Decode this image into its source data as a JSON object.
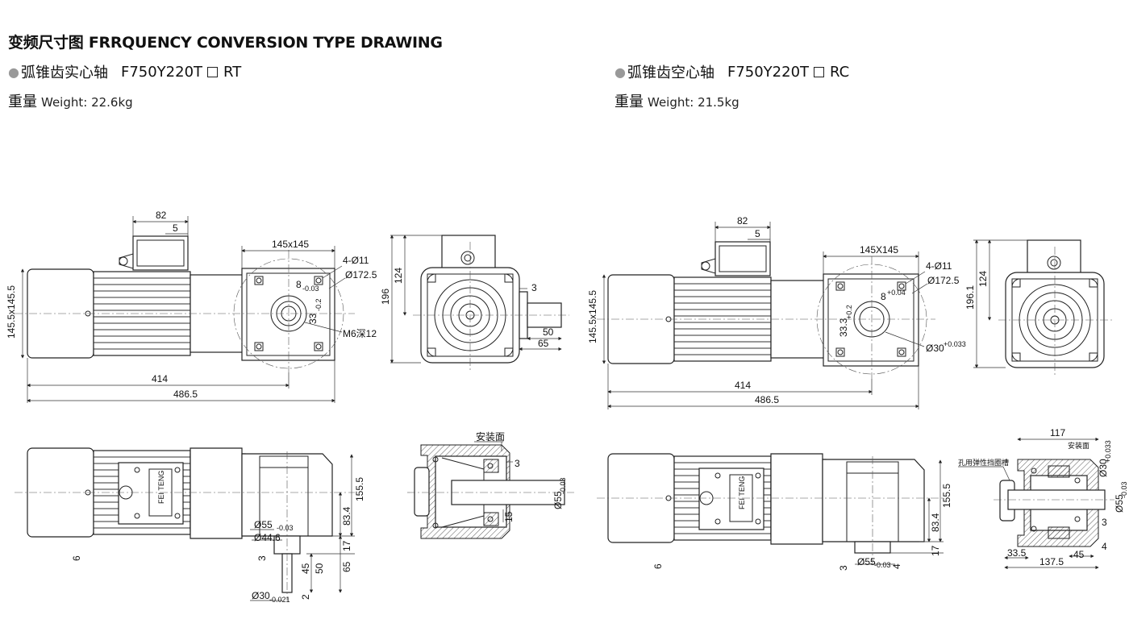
{
  "header": {
    "title": "变频尺寸图 FRRQUENCY CONVERSION TYPE DRAWING"
  },
  "left": {
    "type_cn": "弧锥齿实心轴",
    "model_code": "F750Y220T",
    "suffix": "RT",
    "weight_cn": "重量",
    "weight_en": "Weight: 22.6kg",
    "dims": {
      "d82": "82",
      "d5": "5",
      "d145x145": "145x145",
      "d4_11": "4-Ø11",
      "d172": "Ø172.5",
      "d8": "8",
      "d8tol": "-0.03",
      "d33": "33",
      "d33tol": "-0.2",
      "dM6": "M6深12",
      "d145h": "145.5x145.5",
      "d414": "414",
      "d486": "486.5",
      "d124": "124",
      "d196": "196",
      "d3": "3",
      "d50": "50",
      "d65": "65",
      "mount": "安装面",
      "dphi55r": "Ø55",
      "dphi55rtol": "-0.03",
      "d15": "15",
      "d155": "155.5",
      "d83": "83.4",
      "d17": "17",
      "d65b": "65",
      "d6": "6",
      "dphi55": "Ø55",
      "dphi55tol": "-0.03",
      "dphi44": "Ø44.6",
      "d3b": "3",
      "d45": "45",
      "d50b": "50",
      "d2": "2",
      "dphi30": "Ø30",
      "dphi30tol": "-0.021"
    }
  },
  "right": {
    "type_cn": "弧锥齿空心轴",
    "model_code": "F750Y220T",
    "suffix": "RC",
    "weight_cn": "重量",
    "weight_en": "Weight: 21.5kg",
    "dims": {
      "d82": "82",
      "d5": "5",
      "d145x145": "145X145",
      "d4_11": "4-Ø11",
      "d172": "Ø172.5",
      "d8": "8",
      "d8tol": "+0.04",
      "d33": "33.3",
      "d33tol": "+0.2",
      "dphi30": "Ø30",
      "dphi30tol": "+0.033",
      "d145h": "145.5x145.5",
      "d414": "414",
      "d486": "486.5",
      "d124": "124",
      "d196": "196.1",
      "d155": "155.5",
      "d83": "83.4",
      "d17": "17",
      "d6": "6",
      "d3": "3",
      "dphi55": "Ø55",
      "dphi55tol": "-0.03",
      "d4": "4",
      "d117": "117",
      "mount": "安装面",
      "circlip": "孔用弹性挡圈槽",
      "dphi30r": "Ø30",
      "dphi30rtol": "+0.033",
      "dphi55r": "Ø55",
      "dphi55rtol": "-0.03",
      "d3r": "3",
      "d4r": "4",
      "d45": "45",
      "d33_5": "33.5",
      "d137": "137.5"
    }
  },
  "motor_label": "FEI TENG"
}
